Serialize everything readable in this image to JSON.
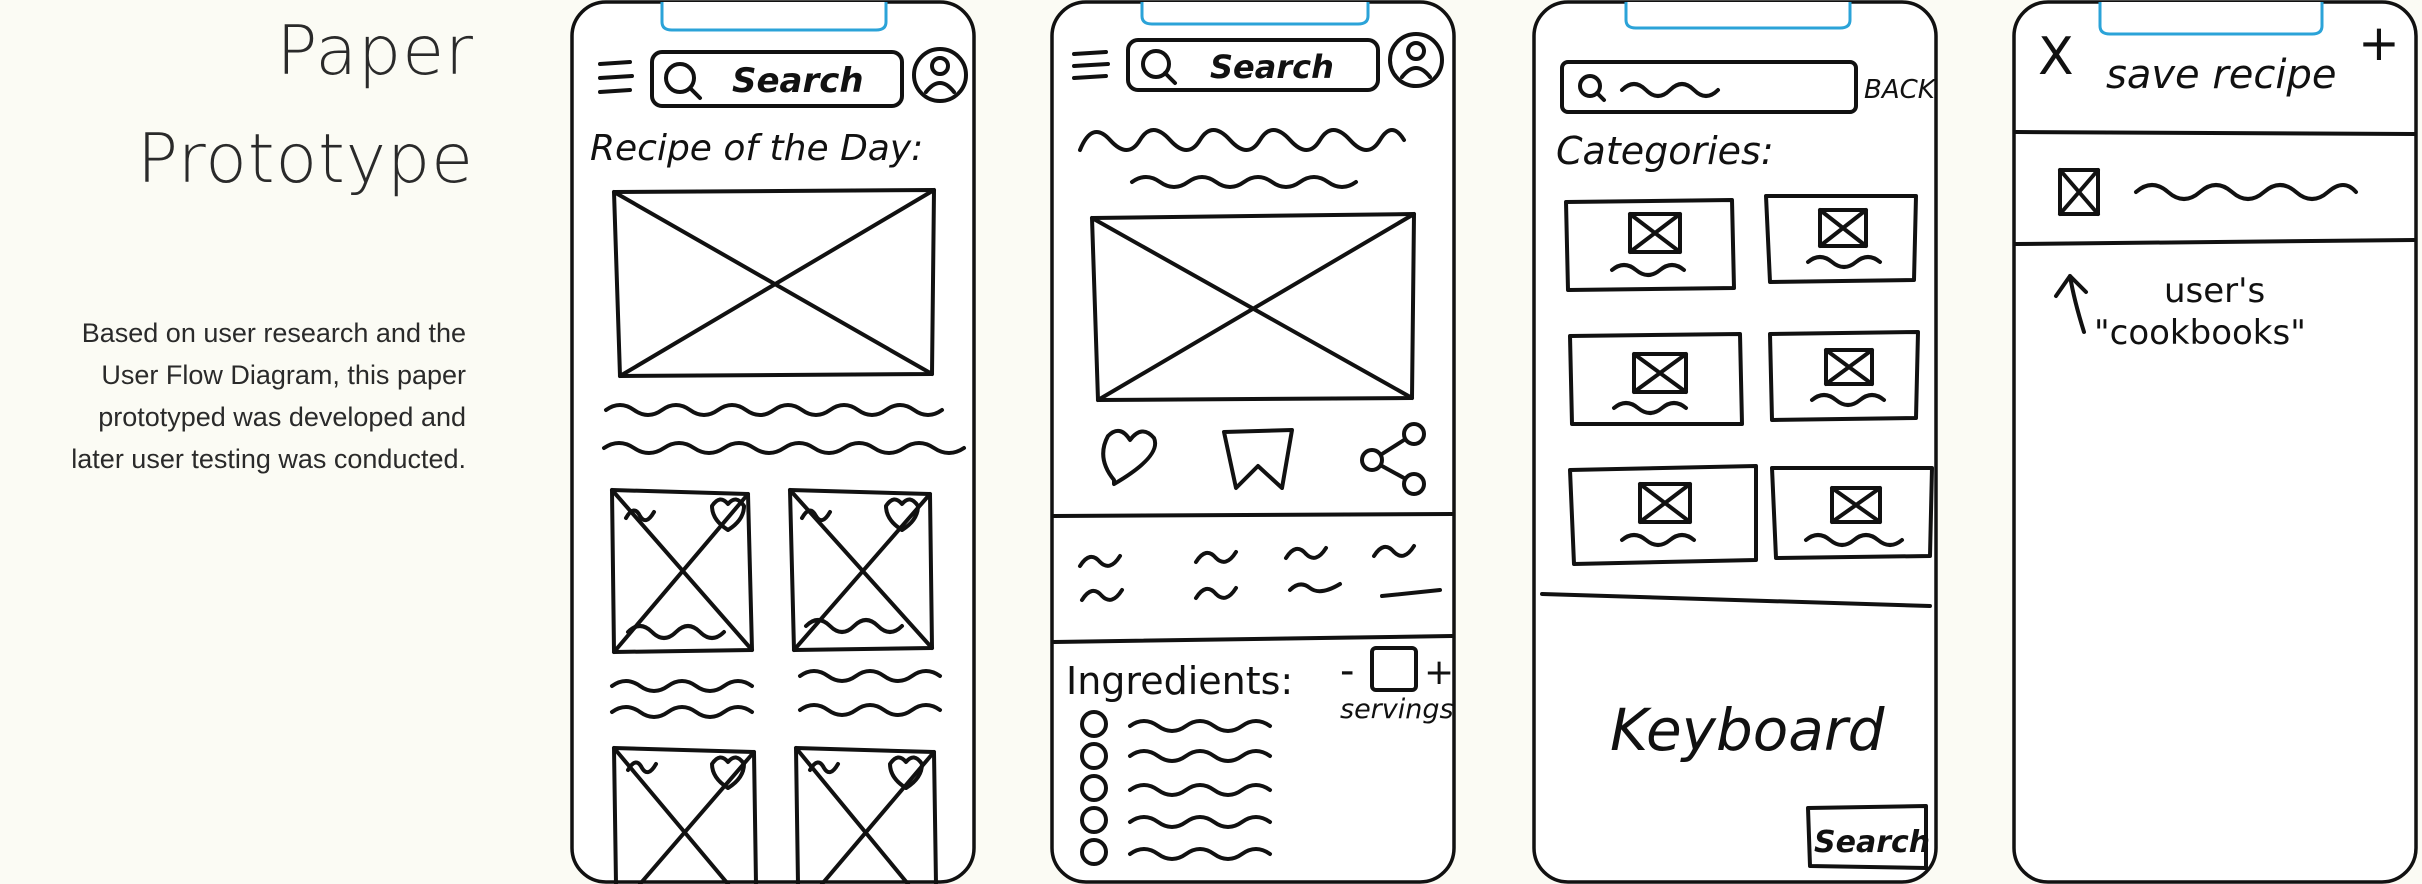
{
  "heading": {
    "line1": "Paper",
    "line2": "Prototype"
  },
  "description": {
    "line1": "Based on user research and the",
    "line2": "User Flow Diagram, this paper",
    "line3": "prototyped was developed and",
    "line4": "later user testing was conducted."
  },
  "colors": {
    "background": "#fbfbf4",
    "notch_outline": "#2ba3d8",
    "sketch_ink": "#111111"
  },
  "screen_home": {
    "search_label": "Search",
    "section_title": "Recipe of the Day:",
    "icons": [
      "menu-icon",
      "search-icon",
      "profile-icon",
      "heart-icon"
    ]
  },
  "screen_recipe": {
    "search_label": "Search",
    "ingredients_title": "Ingredients:",
    "servings_label": "servings",
    "stepper_minus": "-",
    "stepper_plus": "+",
    "icons": [
      "menu-icon",
      "search-icon",
      "profile-icon",
      "heart-icon",
      "bookmark-icon",
      "share-icon"
    ]
  },
  "screen_search": {
    "back_label": "BACK",
    "categories_title": "Categories:",
    "keyboard_label": "Keyboard",
    "search_button": "Search"
  },
  "screen_save": {
    "close_label": "X",
    "title": "save recipe",
    "add_label": "+",
    "note_line1": "user's",
    "note_line2": "\"cookbooks\""
  }
}
